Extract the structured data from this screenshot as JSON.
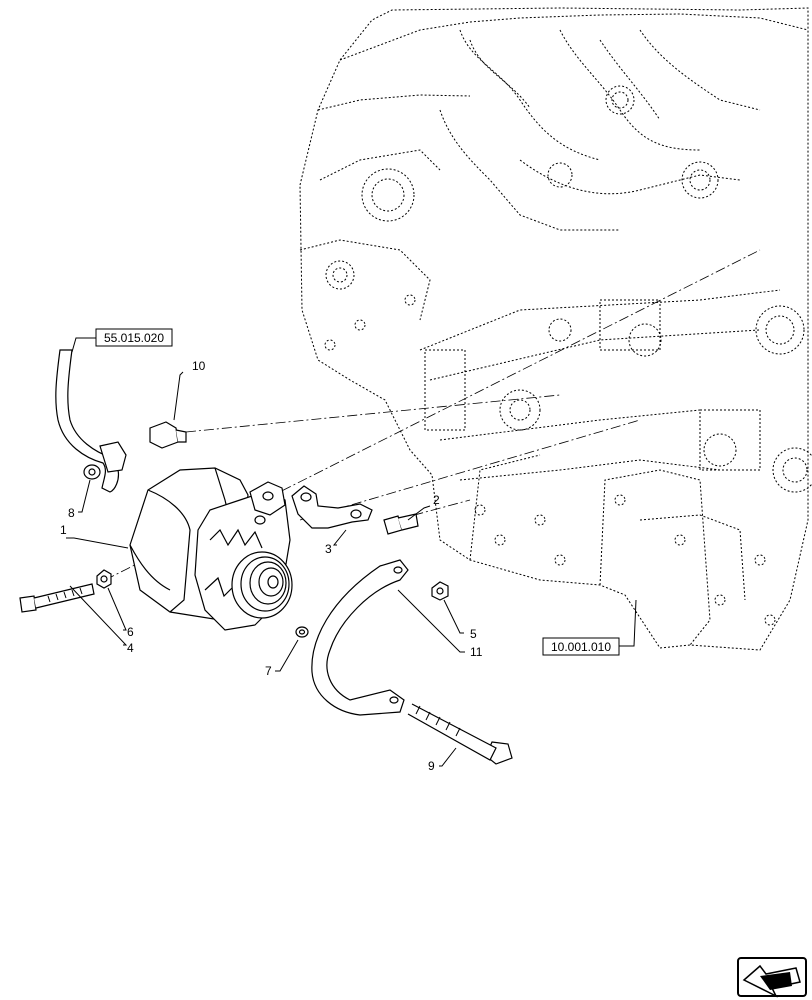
{
  "references": {
    "hose_group": "55.015.020",
    "engine_group": "10.001.010"
  },
  "callouts": {
    "c1": "1",
    "c2": "2",
    "c3": "3",
    "c4": "4",
    "c5": "5",
    "c6": "6",
    "c7": "7",
    "c8": "8",
    "c9": "9",
    "c10": "10",
    "c11": "11"
  },
  "nav_icon": "previous-page-arrow-icon"
}
